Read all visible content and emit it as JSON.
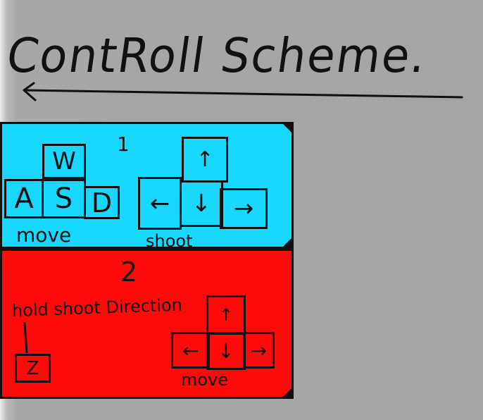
{
  "title": {
    "text": "ContRoll Scheme."
  },
  "player_one": {
    "number": "1",
    "move_label": "move",
    "shoot_label": "shoot",
    "move_keys": [
      "W",
      "A",
      "S",
      "D"
    ],
    "shoot_keys": [
      "↑",
      "←",
      "↓",
      "→"
    ],
    "color": "#18d8ff"
  },
  "player_two": {
    "number": "2",
    "hint_label": "hold shoot Direction",
    "hint_key": "Z",
    "move_label": "move",
    "move_keys": [
      "↑",
      "←",
      "↓",
      "→"
    ],
    "color": "#ff0a0a"
  }
}
